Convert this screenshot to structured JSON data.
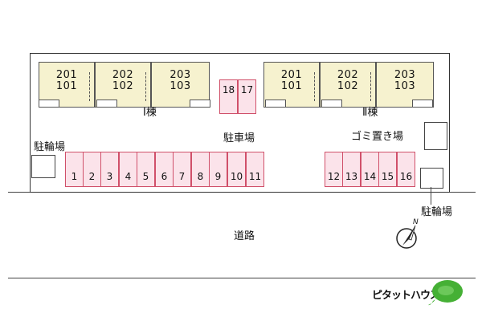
{
  "building1": {
    "name": "Ⅰ棟",
    "units": [
      {
        "upper": "201",
        "lower": "101"
      },
      {
        "upper": "202",
        "lower": "102"
      },
      {
        "upper": "203",
        "lower": "103"
      }
    ]
  },
  "building2": {
    "name": "Ⅱ棟",
    "units": [
      {
        "upper": "201",
        "lower": "101"
      },
      {
        "upper": "202",
        "lower": "102"
      },
      {
        "upper": "203",
        "lower": "103"
      }
    ]
  },
  "parking": {
    "label": "駐車場",
    "row_left": [
      "1",
      "2",
      "3",
      "4",
      "5",
      "6",
      "7",
      "8",
      "9",
      "10",
      "11"
    ],
    "row_right": [
      "12",
      "13",
      "14",
      "15",
      "16"
    ],
    "row_upper": [
      "18",
      "17"
    ]
  },
  "bike_left": "駐輪場",
  "bike_right": "駐輪場",
  "garbage": "ゴミ置き場",
  "road": "道路",
  "compass": "N",
  "logo_text": "ピタットハウス",
  "colors": {
    "parking_fill": "#fbe3ea",
    "parking_border": "#d0506a",
    "building_fill": "#f6f2cf",
    "logo_green": "#45b035"
  }
}
